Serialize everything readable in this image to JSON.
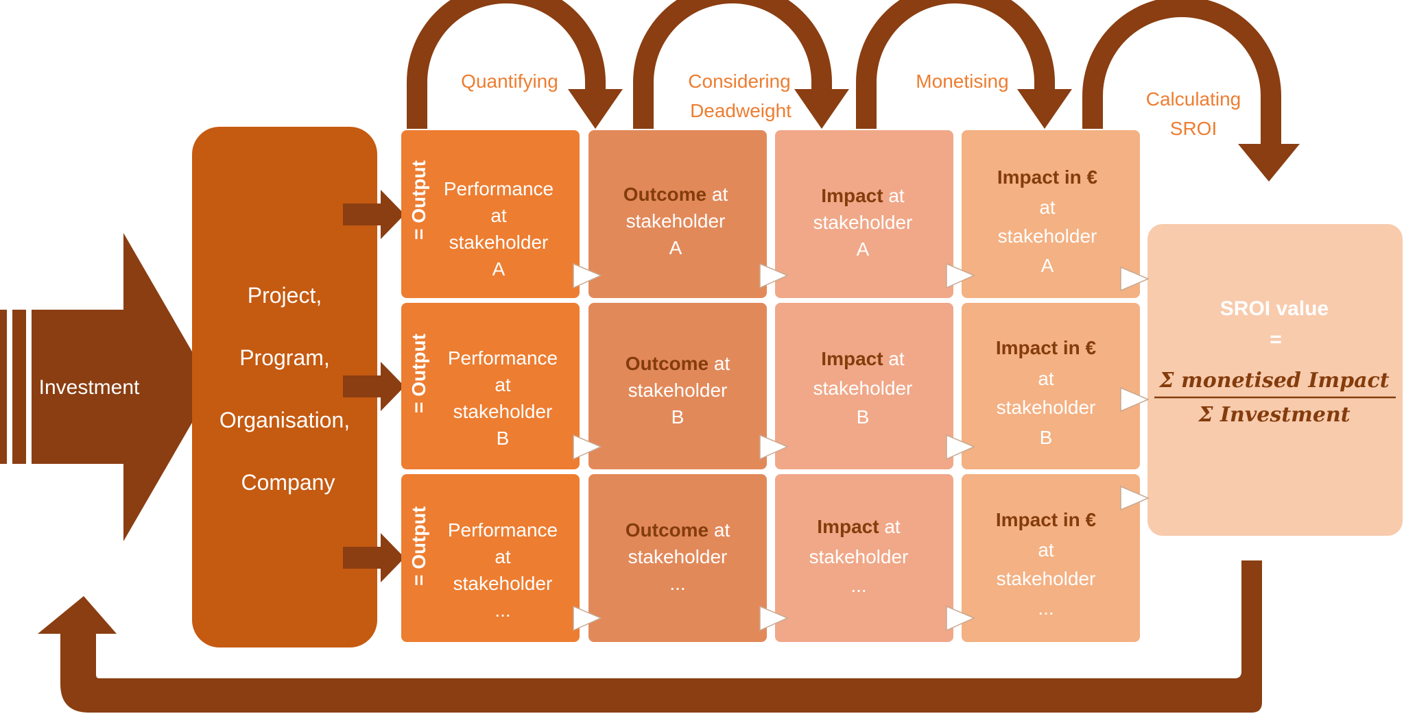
{
  "colors": {
    "dark_brown": "#8A3E12",
    "project_box": "#C55A11",
    "col_output": "#ED7D31",
    "col_outcome": "#E2895A",
    "col_impact": "#F0A888",
    "col_monetised": "#F4B183",
    "sroi_box": "#F8CBAD",
    "step_label": "#ED7D31",
    "white": "#FFFFFF",
    "bold_text": "#843C0C"
  },
  "investment": {
    "label": "Investment"
  },
  "project": {
    "lines": [
      "Project,",
      "Program,",
      "Organisation,",
      "Company"
    ]
  },
  "steps": [
    {
      "line1": "Quantifying",
      "line2": ""
    },
    {
      "line1": "Considering",
      "line2": "Deadweight"
    },
    {
      "line1": "Monetising",
      "line2": ""
    },
    {
      "line1": "Calculating",
      "line2": "SROI"
    }
  ],
  "output_label": "= Output",
  "columns": [
    {
      "key": "output",
      "rows": [
        {
          "bold": "",
          "lines": [
            "Performance",
            "at",
            "stakeholder",
            "A"
          ]
        },
        {
          "bold": "",
          "lines": [
            "Performance",
            "at",
            "stakeholder",
            "B"
          ]
        },
        {
          "bold": "",
          "lines": [
            "Performance",
            "at",
            "stakeholder",
            "..."
          ]
        }
      ]
    },
    {
      "key": "outcome",
      "rows": [
        {
          "bold": "Outcome",
          "rest": " at",
          "lines": [
            "stakeholder",
            "A"
          ]
        },
        {
          "bold": "Outcome",
          "rest": " at",
          "lines": [
            "stakeholder",
            "B"
          ]
        },
        {
          "bold": "Outcome",
          "rest": " at",
          "lines": [
            "stakeholder",
            "..."
          ]
        }
      ]
    },
    {
      "key": "impact",
      "rows": [
        {
          "bold": "Impact",
          "rest": " at",
          "lines": [
            "stakeholder",
            "A"
          ]
        },
        {
          "bold": "Impact",
          "rest": " at",
          "lines": [
            "stakeholder",
            "B"
          ]
        },
        {
          "bold": "Impact",
          "rest": " at",
          "lines": [
            "stakeholder",
            "..."
          ]
        }
      ]
    },
    {
      "key": "monetised",
      "rows": [
        {
          "bold": "Impact in €",
          "rest": "",
          "lines": [
            "at",
            "stakeholder",
            "A"
          ]
        },
        {
          "bold": "Impact in €",
          "rest": "",
          "lines": [
            "at",
            "stakeholder",
            "B"
          ]
        },
        {
          "bold": "Impact in €",
          "rest": "",
          "lines": [
            "at",
            "stakeholder",
            "..."
          ]
        }
      ]
    }
  ],
  "sroi": {
    "title": "SROI value",
    "equals": "=",
    "numerator": "Σ monetised Impact",
    "denominator": "Σ Investment"
  }
}
